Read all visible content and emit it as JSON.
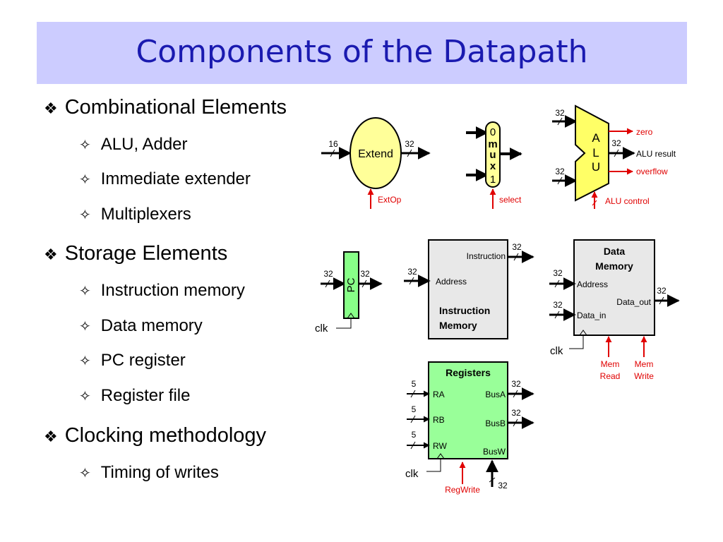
{
  "title": "Components of the Datapath",
  "bullets": [
    {
      "label": "Combinational Elements",
      "subs": [
        "ALU, Adder",
        "Immediate extender",
        "Multiplexers"
      ]
    },
    {
      "label": "Storage Elements",
      "subs": [
        "Instruction memory",
        "Data memory",
        "PC register",
        "Register file"
      ]
    },
    {
      "label": "Clocking methodology",
      "subs": [
        "Timing of writes"
      ]
    }
  ],
  "markers": {
    "bullet": "❖",
    "sub": "✧"
  },
  "diagram": {
    "extend": {
      "label": "Extend",
      "in_width": "16",
      "out_width": "32",
      "control": "ExtOp"
    },
    "mux": {
      "letters": [
        "0",
        "m",
        "u",
        "x",
        "1"
      ],
      "control": "select"
    },
    "alu": {
      "letters": [
        "A",
        "L",
        "U"
      ],
      "in_a_width": "32",
      "in_b_width": "32",
      "out_width": "32",
      "result": "ALU result",
      "zero": "zero",
      "overflow": "overflow",
      "control": "ALU control"
    },
    "pc": {
      "label": "PC",
      "in_width": "32",
      "out_width": "32",
      "clock": "clk"
    },
    "imem": {
      "out_label": "Instruction",
      "out_width": "32",
      "in_label": "Address",
      "in_width": "32",
      "name_line1": "Instruction",
      "name_line2": "Memory"
    },
    "dmem": {
      "name_line1": "Data",
      "name_line2": "Memory",
      "addr_label": "Address",
      "addr_width": "32",
      "din_label": "Data_in",
      "din_width": "32",
      "dout_label": "Data_out",
      "dout_width": "32",
      "clock": "clk",
      "read_line1": "Mem",
      "read_line2": "Read",
      "write_line1": "Mem",
      "write_line2": "Write"
    },
    "regs": {
      "name": "Registers",
      "ra": "RA",
      "rb": "RB",
      "rw": "RW",
      "ra_width": "5",
      "rb_width": "5",
      "rw_width": "5",
      "busa": "BusA",
      "busb": "BusB",
      "busw": "BusW",
      "busa_width": "32",
      "busb_width": "32",
      "busw_width": "32",
      "clock": "clk",
      "control": "RegWrite"
    }
  },
  "colors": {
    "title_bg": "#ccccff",
    "title_text": "#1a1ab0",
    "extend_fill": "#ffff99",
    "alu_fill": "#ffff66",
    "pc_fill": "#88ff88",
    "memory_fill": "#e8e8e8",
    "regs_fill": "#99ff99",
    "control": "#e00000"
  }
}
